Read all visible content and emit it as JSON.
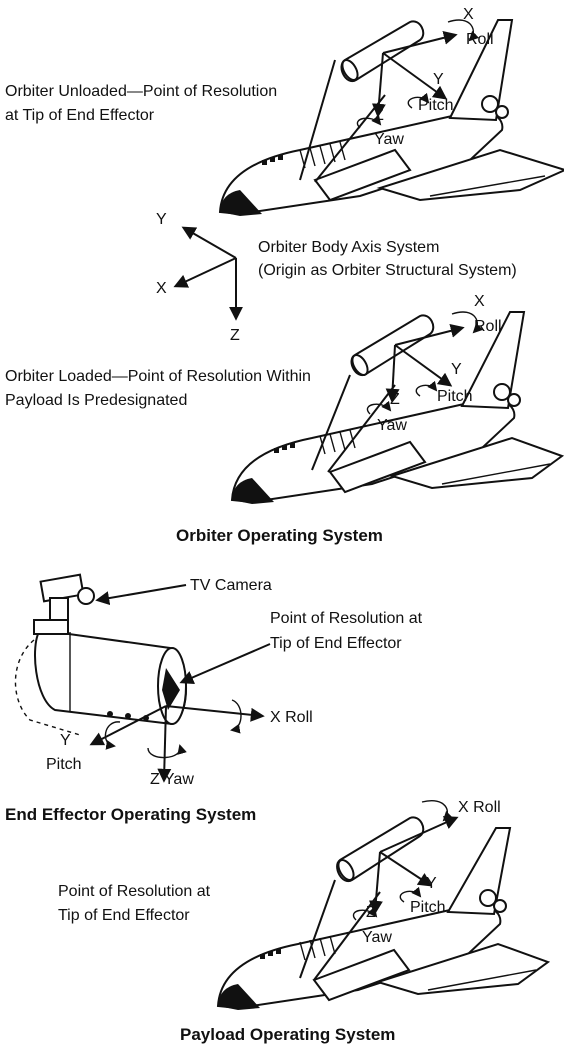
{
  "panel_orbiter": {
    "unloaded_line1": "Orbiter Unloaded—Point of Resolution",
    "unloaded_line2": "at Tip of End Effector",
    "body_axis_line1": "Orbiter Body Axis System",
    "body_axis_line2": "(Origin as Orbiter Structural System)",
    "loaded_line1": "Orbiter Loaded—Point of Resolution Within",
    "loaded_line2": "Payload Is Predesignated",
    "caption": "Orbiter Operating System",
    "axis_x": "X",
    "axis_y": "Y",
    "axis_z": "Z",
    "roll": "Roll",
    "pitch": "Pitch",
    "yaw": "Yaw"
  },
  "panel_end_effector": {
    "tv_camera": "TV Camera",
    "point_line1": "Point of Resolution at",
    "point_line2": "Tip of End Effector",
    "x_roll": "X Roll",
    "y": "Y",
    "pitch": "Pitch",
    "z_yaw": "Z Yaw",
    "caption": "End Effector Operating System"
  },
  "panel_payload": {
    "point_line1": "Point of Resolution at",
    "point_line2": "Tip of End Effector",
    "x_roll": "X Roll",
    "y": "Y",
    "z": "Z",
    "pitch": "Pitch",
    "yaw": "Yaw",
    "caption": "Payload Operating System"
  }
}
